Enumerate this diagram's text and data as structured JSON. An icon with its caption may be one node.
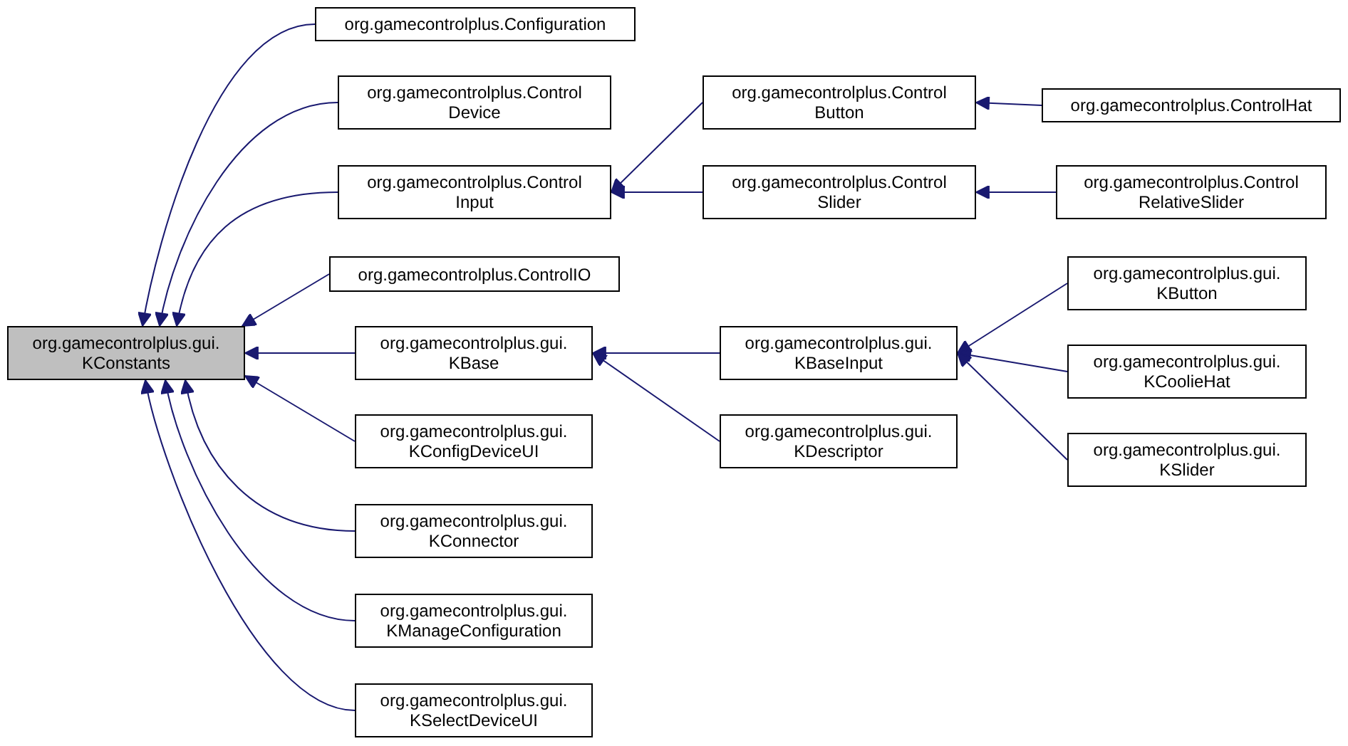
{
  "diagram": {
    "nodes": [
      {
        "text": [
          "org.gamecontrolplus.gui. KConstants"
        ]
      },
      {
        "text": [
          "org.gamecontrolplus.Configuration"
        ]
      },
      {
        "text": [
          "org.gamecontrolplus.Control Device"
        ]
      },
      {
        "text": [
          "org.gamecontrolplus.Control Input"
        ]
      },
      {
        "text": [
          "org.gamecontrolplus.ControlIO"
        ]
      },
      {
        "text": [
          "org.gamecontrolplus.gui. KBase"
        ]
      },
      {
        "text": [
          "org.gamecontrolplus.gui. KConfigDeviceUI"
        ]
      },
      {
        "text": [
          "org.gamecontrolplus.gui. KConnector"
        ]
      },
      {
        "text": [
          "org.gamecontrolplus.gui. KManageConfiguration"
        ]
      },
      {
        "text": [
          "org.gamecontrolplus.gui. KSelectDeviceUI"
        ]
      },
      {
        "text": [
          "org.gamecontrolplus.Control Button"
        ]
      },
      {
        "text": [
          "org.gamecontrolplus.Control Slider"
        ]
      },
      {
        "text": [
          "org.gamecontrolplus.gui. KBaseInput"
        ]
      },
      {
        "text": [
          "org.gamecontrolplus.gui. KDescriptor"
        ]
      },
      {
        "text": [
          "org.gamecontrolplus.ControlHat"
        ]
      },
      {
        "text": [
          "org.gamecontrolplus.Control RelativeSlider"
        ]
      },
      {
        "text": [
          "org.gamecontrolplus.gui. KButton"
        ]
      },
      {
        "text": [
          "org.gamecontrolplus.gui. KCoolieHat"
        ]
      },
      {
        "text": [
          "org.gamecontrolplus.gui. KSlider"
        ]
      }
    ],
    "edges": [
      {
        "from": 1,
        "to": 0,
        "arrow": "to"
      },
      {
        "from": 2,
        "to": 0,
        "arrow": "to"
      },
      {
        "from": 3,
        "to": 0,
        "arrow": "to"
      },
      {
        "from": 4,
        "to": 0,
        "arrow": "to"
      },
      {
        "from": 5,
        "to": 0,
        "arrow": "to"
      },
      {
        "from": 6,
        "to": 0,
        "arrow": "to"
      },
      {
        "from": 7,
        "to": 0,
        "arrow": "to"
      },
      {
        "from": 8,
        "to": 0,
        "arrow": "to"
      },
      {
        "from": 9,
        "to": 0,
        "arrow": "to"
      },
      {
        "from": 10,
        "to": 3,
        "arrow": "to"
      },
      {
        "from": 11,
        "to": 3,
        "arrow": "to"
      },
      {
        "from": 12,
        "to": 5,
        "arrow": "to"
      },
      {
        "from": 13,
        "to": 5,
        "arrow": "to"
      },
      {
        "from": 14,
        "to": 10,
        "arrow": "to"
      },
      {
        "from": 15,
        "to": 11,
        "arrow": "to"
      },
      {
        "from": 16,
        "to": 12,
        "arrow": "to"
      },
      {
        "from": 17,
        "to": 12,
        "arrow": "to"
      },
      {
        "from": 18,
        "to": 12,
        "arrow": "to"
      }
    ]
  }
}
